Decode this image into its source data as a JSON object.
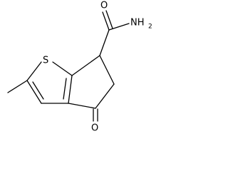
{
  "structure": {
    "atoms": {
      "sulfur": "S",
      "ketone_oxygen": "O",
      "amide_oxygen": "O",
      "amide_nitrogen": "NH",
      "amide_nitrogen_h_count": "2"
    },
    "colors": {
      "bond": "#000000",
      "label": "#000000",
      "background": "#ffffff"
    }
  }
}
